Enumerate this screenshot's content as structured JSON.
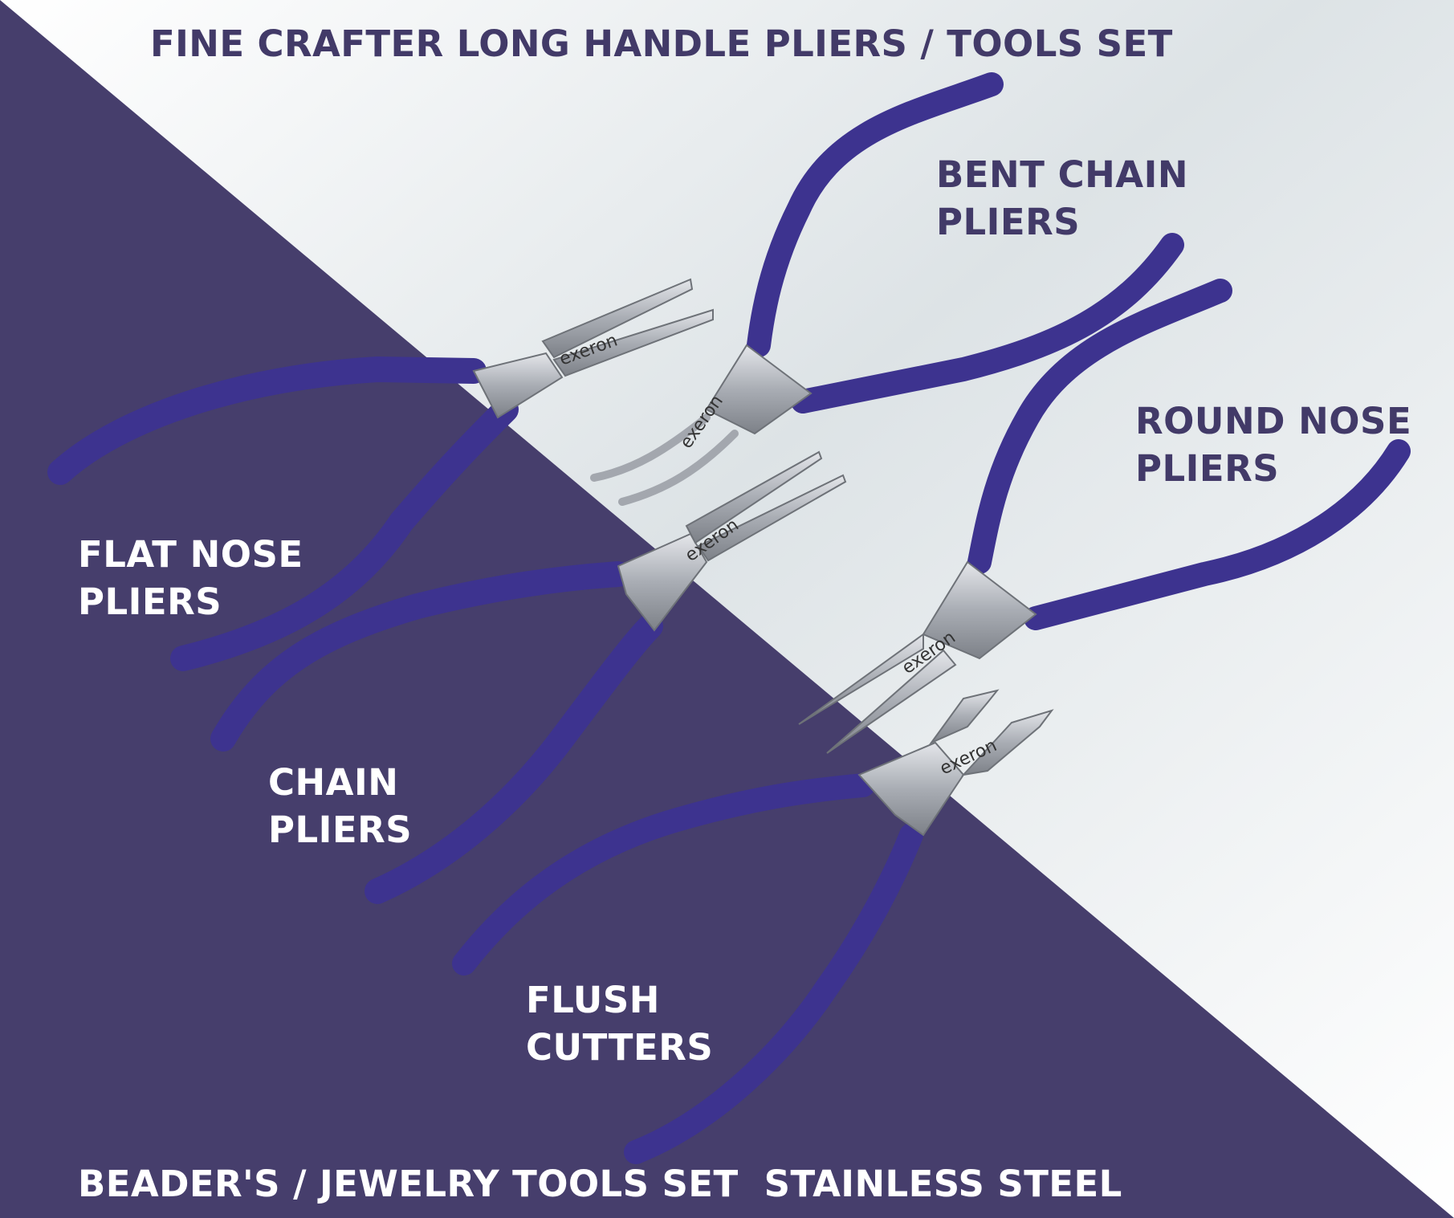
{
  "header": {
    "title": "FINE CRAFTER LONG HANDLE PLIERS / TOOLS SET"
  },
  "labels": {
    "bent_chain": {
      "line1": "BENT CHAIN",
      "line2": "PLIERS"
    },
    "round_nose": {
      "line1": "ROUND NOSE",
      "line2": "PLIERS"
    },
    "flat_nose": {
      "line1": "FLAT NOSE",
      "line2": "PLIERS"
    },
    "chain": {
      "line1": "CHAIN",
      "line2": "PLIERS"
    },
    "flush_cutters": {
      "line1": "FLUSH",
      "line2": "CUTTERS"
    }
  },
  "footer": {
    "subtitle": "BEADER'S / JEWELRY TOOLS SET  STAINLESS STEEL"
  },
  "brand_logo": "exeron",
  "colors": {
    "purple_background": "#463e6c",
    "light_background": "#ffffff",
    "heading_text": "#423a68",
    "handle_purple": "#3d338f",
    "steel": "#b9bcc2"
  }
}
